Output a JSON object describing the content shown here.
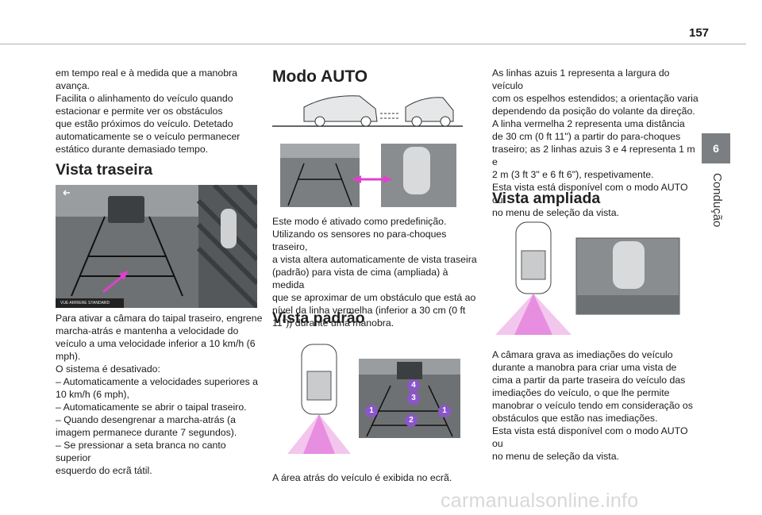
{
  "header": {
    "page_number": "157"
  },
  "side_tab": {
    "number": "6",
    "label": "Condução"
  },
  "col1": {
    "intro_lines": [
      "em tempo real e à medida que a manobra",
      "avança.",
      "Facilita o alinhamento do veículo quando",
      "estacionar e permite ver os obstáculos",
      "que estão próximos do veículo. Detetado",
      "automaticamente se o veículo permanecer",
      "estático durante demasiado tempo."
    ],
    "heading": "Vista traseira",
    "body_lines": [
      "Para ativar a câmara do taipal traseiro, engrene",
      "marcha-atrás e mantenha a velocidade do",
      "veículo a uma velocidade inferior a 10 km/h (6",
      "mph).",
      "O sistema é desativado:",
      "–  Automaticamente a velocidades superiores a",
      "10 km/h (6 mph),",
      "–  Automaticamente se abrir o taipal traseiro.",
      "–  Quando desengrenar a marcha-atrás (a",
      "imagem permanece durante 7 segundos).",
      "–  Se pressionar a seta branca no canto superior",
      "esquerdo do ecrã tátil."
    ],
    "image_caption_strip": "VUE ARRIERE STANDARD"
  },
  "col2": {
    "heading_auto": "Modo AUTO",
    "auto_lines": [
      "Este modo é ativado como predefinição.",
      "Utilizando os sensores no para-choques traseiro,",
      "a vista altera automaticamente de vista traseira",
      "(padrão) para vista de cima (ampliada) à medida",
      "que se aproximar de um obstáculo que está ao",
      "nível da linha vermelha (inferior a 30 cm (0 ft",
      "11\")) durante uma manobra."
    ],
    "heading_padrao": "Vista padrão",
    "padrao_caption": "A área atrás do veículo é exibida no ecrã.",
    "markers": [
      "4",
      "3",
      "1",
      "2",
      "1"
    ]
  },
  "col3": {
    "lines": [
      "As linhas azuis 1 representa a largura do veículo",
      "com os espelhos estendidos; a orientação varia",
      "dependendo da posição do volante da direção.",
      "A linha vermelha 2 representa uma distância",
      "de 30 cm (0 ft 11\") a partir do para-choques",
      "traseiro; as 2 linhas azuis 3 e 4 representa 1 m e",
      "2 m (3 ft 3\" e 6 ft 6\"), respetivamente.",
      "Esta vista está disponível com o modo AUTO ou",
      "no menu de seleção da vista."
    ],
    "heading": "Vista ampliada",
    "ampliada_lines": [
      "A câmara grava as imediações do veículo",
      "durante a manobra para criar uma vista de",
      "cima a partir da parte traseira do veículo das",
      "imediações do veículo, o que lhe permite",
      "manobrar o veículo tendo em consideração os",
      "obstáculos que estão nas imediações.",
      "Esta vista está disponível com o modo AUTO ou",
      "no menu de seleção da vista."
    ]
  },
  "watermark": "carmanualsonline.info",
  "colors": {
    "accent_magenta": "#e040d0",
    "tab_grey": "#7b7f82",
    "marker_purple": "#8a56c8"
  }
}
